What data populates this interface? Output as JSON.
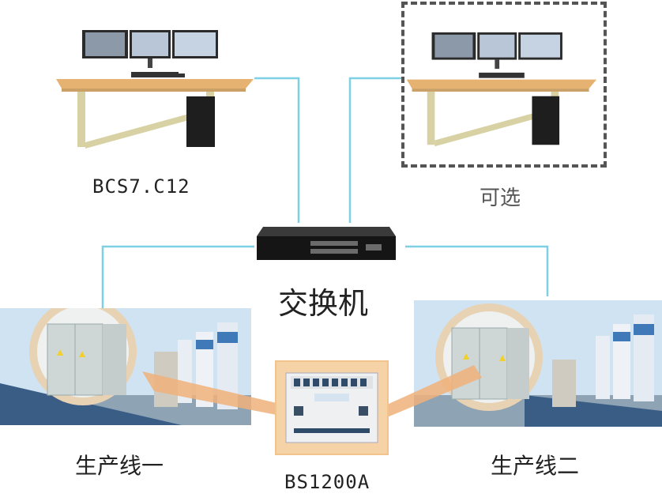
{
  "labels": {
    "workstation_main": "BCS7.C12",
    "workstation_optional": "可选",
    "switch": "交换机",
    "line_one": "生产线一",
    "line_two": "生产线二",
    "controller": "BS1200A"
  },
  "colors": {
    "connector": "#7fd0e3",
    "controller_frame": "#f2c38a",
    "callout_fill": "#f0b27a",
    "callout_ring": "#e8d2b4",
    "dashed_frame": "#555555",
    "desk_top": "#e6b271",
    "desk_frame": "#d8d1a4",
    "sky": "#cfe3f2"
  },
  "icons": [
    "monitor-icon",
    "network-switch-icon",
    "silo-icon",
    "control-cabinet-icon",
    "controller-device-icon"
  ]
}
